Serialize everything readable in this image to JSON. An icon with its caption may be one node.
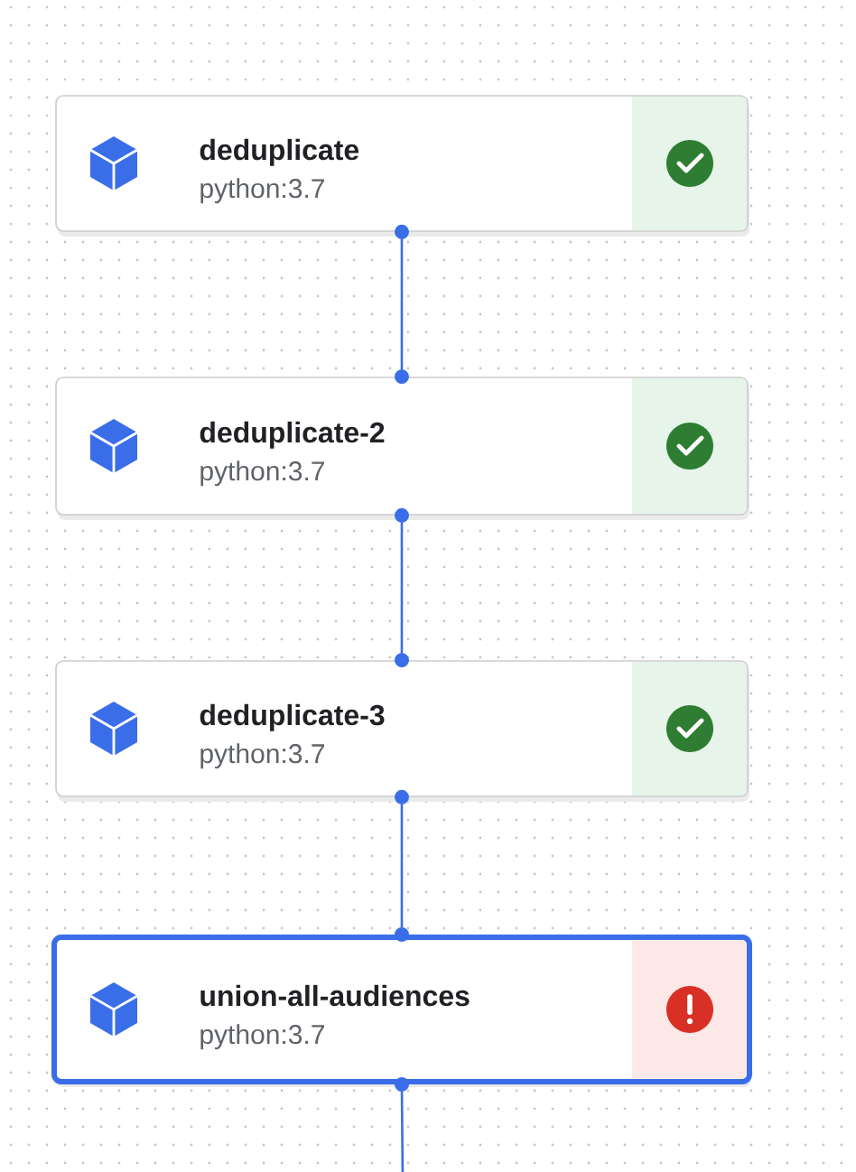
{
  "diagram": {
    "nodes": [
      {
        "text": [
          "deduplicate",
          "python:3.7"
        ]
      },
      {
        "text": [
          "deduplicate-2",
          "python:3.7"
        ]
      },
      {
        "text": [
          "deduplicate-3",
          "python:3.7"
        ]
      },
      {
        "text": [
          "union-all-audiences",
          "python:3.7"
        ]
      }
    ],
    "edges": [
      {
        "from": 0,
        "to": 1,
        "arrow": "other"
      },
      {
        "from": 1,
        "to": 2,
        "arrow": "other"
      },
      {
        "from": 2,
        "to": 3,
        "arrow": "other"
      },
      {
        "from": 3,
        "to": null,
        "arrow": "other"
      }
    ]
  }
}
